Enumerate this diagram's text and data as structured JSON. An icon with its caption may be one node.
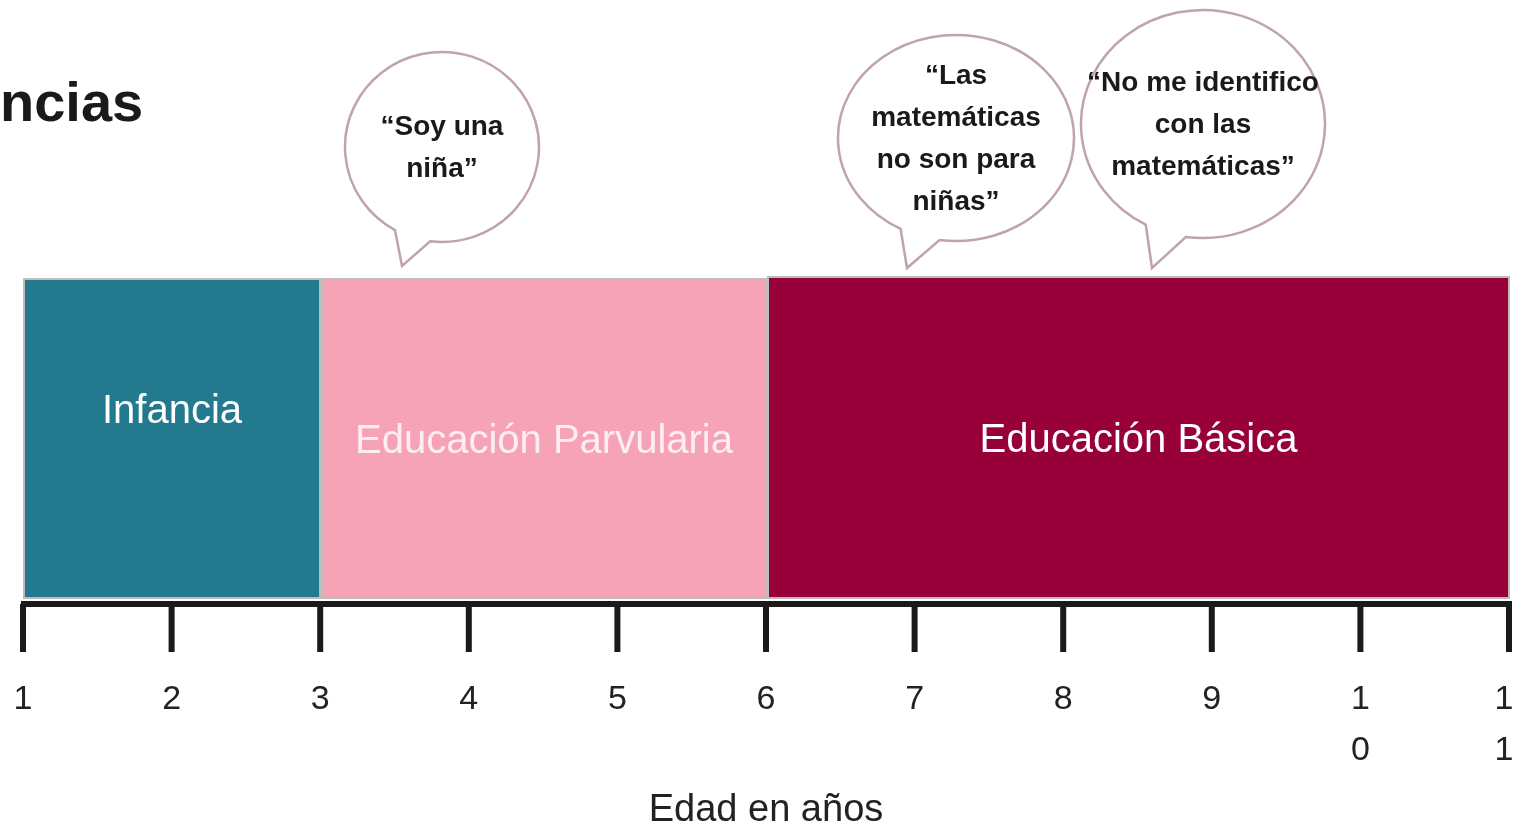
{
  "diagram": {
    "title": "ncias",
    "nodes": [
      {
        "text": [
          "Infancia"
        ]
      },
      {
        "text": [
          "Educación Parvularia"
        ]
      },
      {
        "text": [
          "Educación Básica"
        ]
      },
      {
        "text": [
          "“Soy una niña”"
        ]
      },
      {
        "text": [
          "“Las matemáticas no son  para niñas”"
        ]
      },
      {
        "text": [
          "“No me identifico con las matemáticas”"
        ]
      }
    ],
    "labels": [
      "1",
      "2",
      "3",
      "4",
      "5",
      "6",
      "7",
      "8",
      "9",
      "10",
      "11",
      "Edad en años"
    ]
  }
}
